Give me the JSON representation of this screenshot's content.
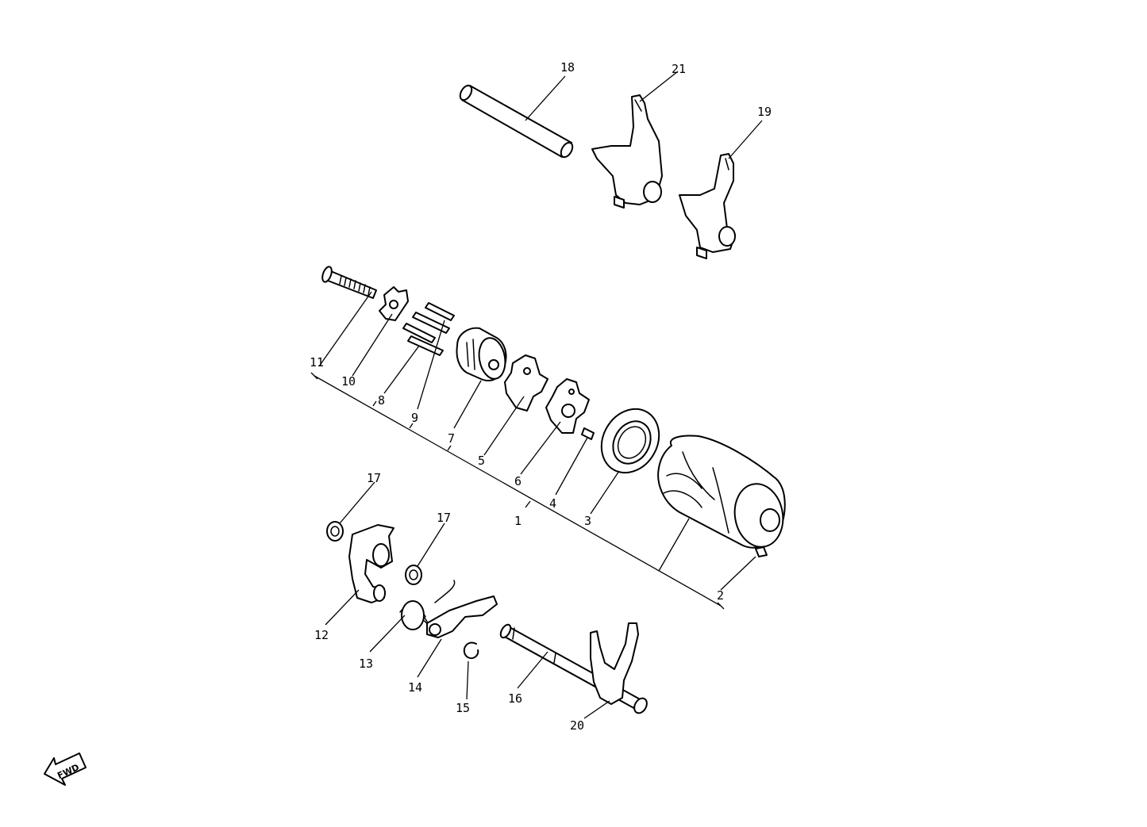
{
  "callouts": {
    "c1": "1",
    "c2": "2",
    "c3": "3",
    "c4": "4",
    "c5": "5",
    "c6": "6",
    "c7": "7",
    "c8": "8",
    "c9": "9",
    "c10": "10",
    "c11": "11",
    "c12": "12",
    "c13": "13",
    "c14": "14",
    "c15": "15",
    "c16": "16",
    "c17a": "17",
    "c17b": "17",
    "c18": "18",
    "c19": "19",
    "c20": "20",
    "c21": "21"
  },
  "fwd_label": "FWD",
  "colors": {
    "line": "#000000",
    "background": "#ffffff"
  }
}
